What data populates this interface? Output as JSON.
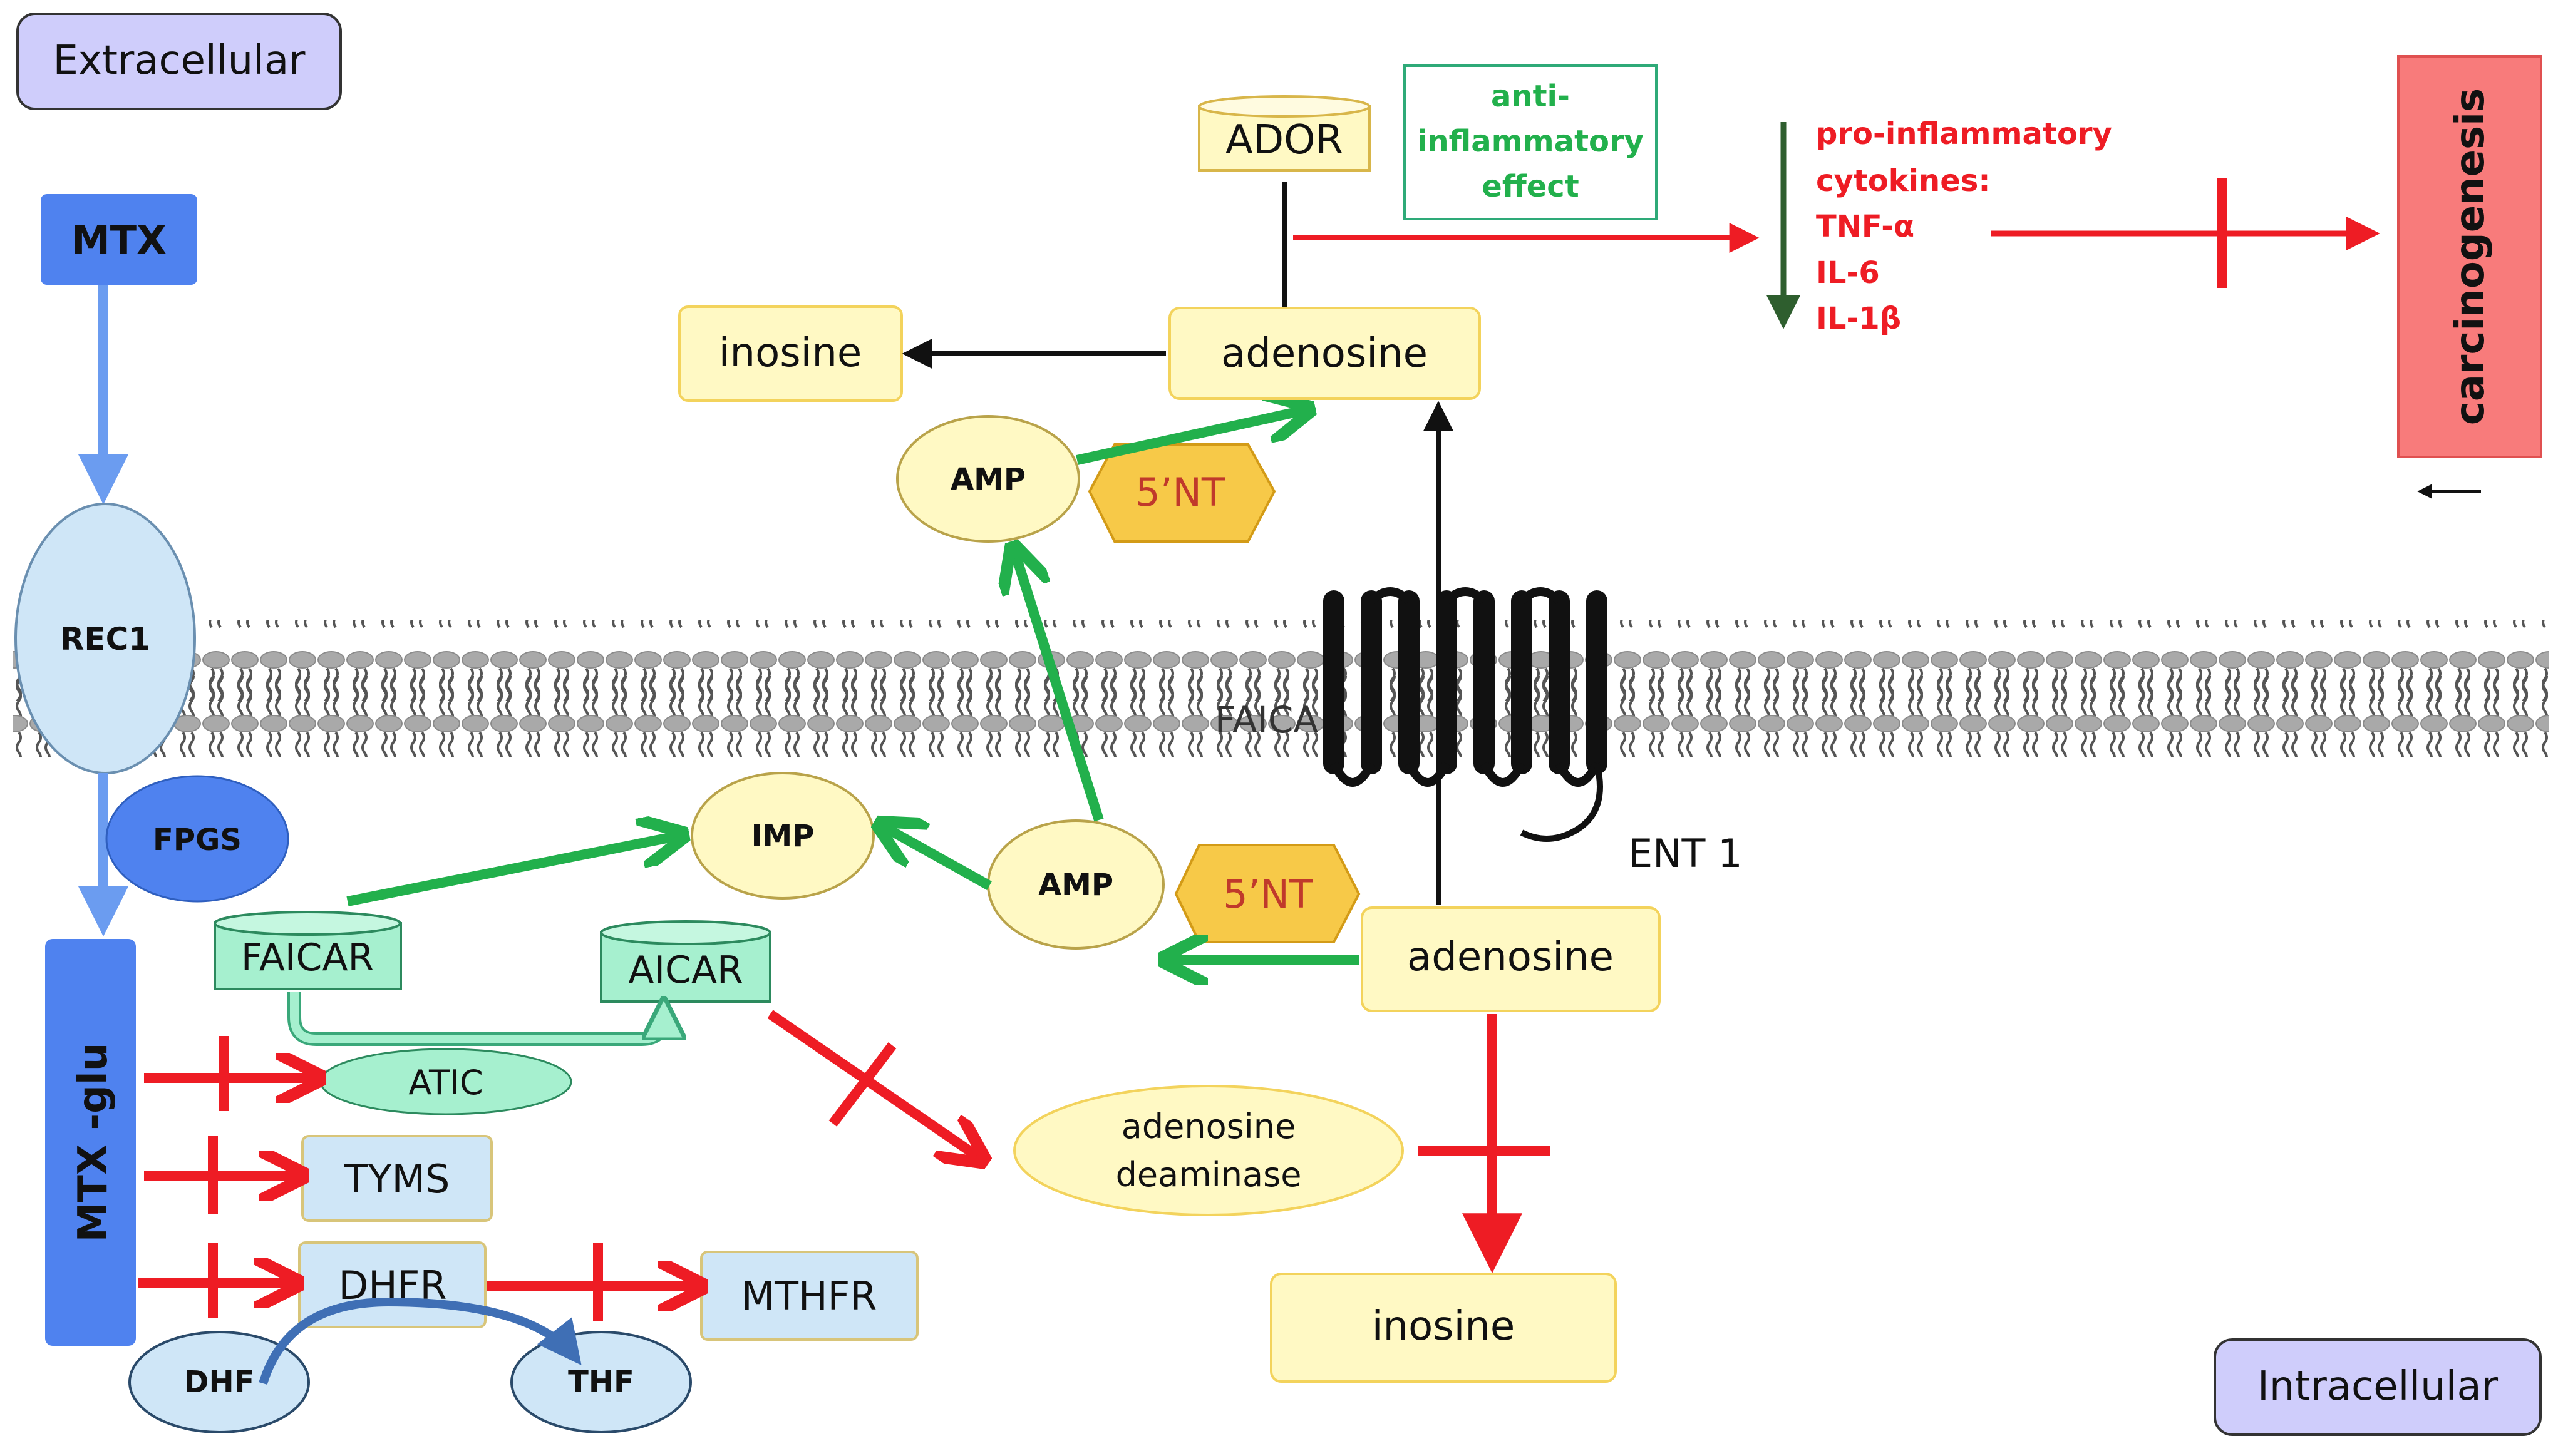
{
  "regions": {
    "extracellular": "Extracellular",
    "intracellular": "Intracellular"
  },
  "drug": {
    "mtx": "MTX",
    "rec1": "REC1",
    "fpgs": "FPGS",
    "mtx_glu": "MTX -glu"
  },
  "enzymes": {
    "faicar": "FAICAR",
    "aicar": "AICAR",
    "atic": "ATIC",
    "tyms": "TYMS",
    "dhfr": "DHFR",
    "mthfr": "MTHFR",
    "dhf": "DHF",
    "thf": "THF",
    "imp": "IMP",
    "amp_in": "AMP",
    "nt_in": "5’NT",
    "adenosine_in": "adenosine",
    "ada_line1": "adenosine",
    "ada_line2": "deaminase",
    "inosine_in": "inosine"
  },
  "membrane": {
    "ent1": "ENT 1",
    "faica_label": "FAICA"
  },
  "extra": {
    "ador": "ADOR",
    "anti_line1": "anti-",
    "anti_line2": "inflammatory",
    "anti_line3": "effect",
    "inosine_out": "inosine",
    "adenosine_out": "adenosine",
    "amp_out": "AMP",
    "nt_out": "5’NT",
    "cyto_line1": "pro-inflammatory",
    "cyto_line2": "cytokines:",
    "cyto_line3": "TNF-α",
    "cyto_line4": "IL-6",
    "cyto_line5": "IL-1β",
    "carcinogenesis": "carcinogenesis"
  },
  "colors": {
    "green_arrow": "#22b04c",
    "red_arrow": "#ee1c24",
    "blue_arrow": "#6b9cf0",
    "yellow_fill": "#fff9c4",
    "yellow_stroke": "#f3d35c",
    "light_blue_fill": "#cfe6f7",
    "mint_fill": "#a6f0cf",
    "region_fill": "#cfcdfb",
    "mtx_blue": "#4f82ef",
    "nt_fill": "#f7c948",
    "nt_text": "#c0392b",
    "carcino_fill": "#f87b7b"
  }
}
